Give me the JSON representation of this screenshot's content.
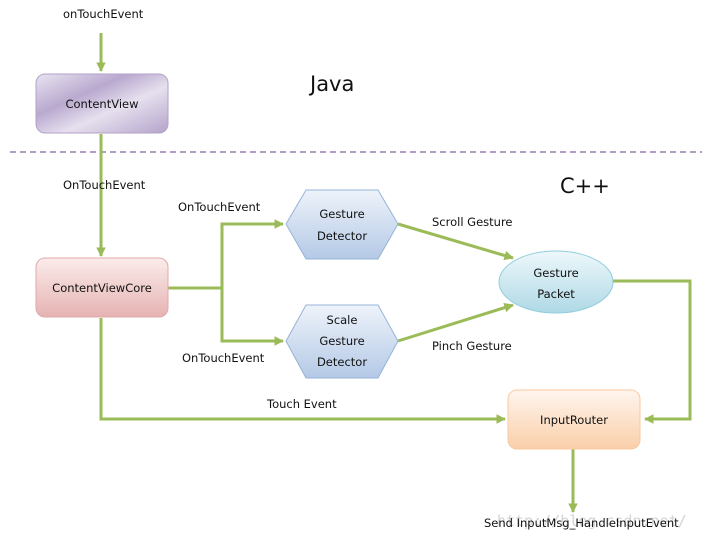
{
  "diagram": {
    "regions": {
      "java_label": "Java",
      "cpp_label": "C++"
    },
    "nodes": {
      "content_view": "ContentView",
      "content_view_core": "ContentViewCore",
      "gesture_detector": [
        "Gesture",
        "Detector"
      ],
      "scale_gesture_detector": [
        "Scale",
        "Gesture",
        "Detector"
      ],
      "gesture_packet": [
        "Gesture",
        "Packet"
      ],
      "input_router": "InputRouter"
    },
    "edge_labels": {
      "entry": "onTouchEvent",
      "to_core": "OnTouchEvent",
      "to_gesture_detector": "OnTouchEvent",
      "to_scale_detector": "OnTouchEvent",
      "scroll": "Scroll Gesture",
      "pinch": "Pinch Gesture",
      "touch": "Touch Event",
      "output": "Send InputMsg_HandleInputEvent"
    },
    "watermark": "http://blog.csdn.net/",
    "colors": {
      "edge": "#9bbb59",
      "divider": "#8064a2",
      "content_view": "#d5cce3",
      "content_view_core": "#f2c9c8",
      "detector": "#c9d8ec",
      "packet": "#c5e3ee",
      "input_router": "#fbd3b3"
    }
  }
}
